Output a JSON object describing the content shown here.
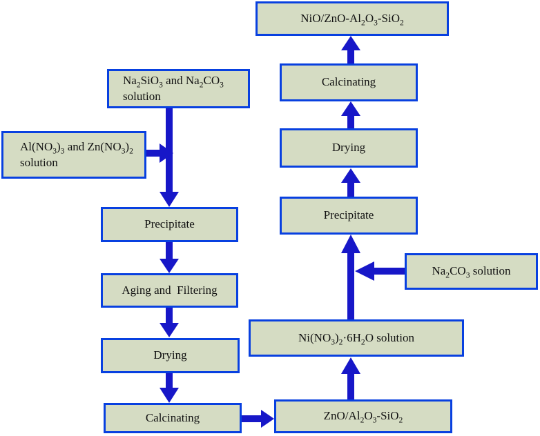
{
  "diagram": {
    "type": "flowchart",
    "boxes": {
      "product_final": "NiO/ZnO-Al_{2}O_{3}-SiO_{2}",
      "na2sio3_solution": "Na_{2}SiO_{3} and Na_{2}CO_{3}\nsolution",
      "alno3_solution": "Al(NO_{3})_{3} and Zn(NO_{3})_{2}\nsolution",
      "precipitate_left": "Precipitate",
      "aging_filtering": "Aging and  Filtering",
      "drying_left": "Drying",
      "calcinating_left": "Calcinating",
      "zno_intermediate": "ZnO/Al_{2}O_{3}-SiO_{2}",
      "nino3_solution": "Ni(NO_{3})_{2}·6H_{2}O solution",
      "na2co3_solution": "Na_{2}CO_{3} solution",
      "precipitate_right": "Precipitate",
      "drying_right": "Drying",
      "calcinating_right": "Calcinating"
    },
    "colors": {
      "box_fill": "#d5dcc3",
      "box_border": "#0840e0",
      "arrow": "#1717c8",
      "text": "#111111",
      "background": "#ffffff"
    }
  }
}
